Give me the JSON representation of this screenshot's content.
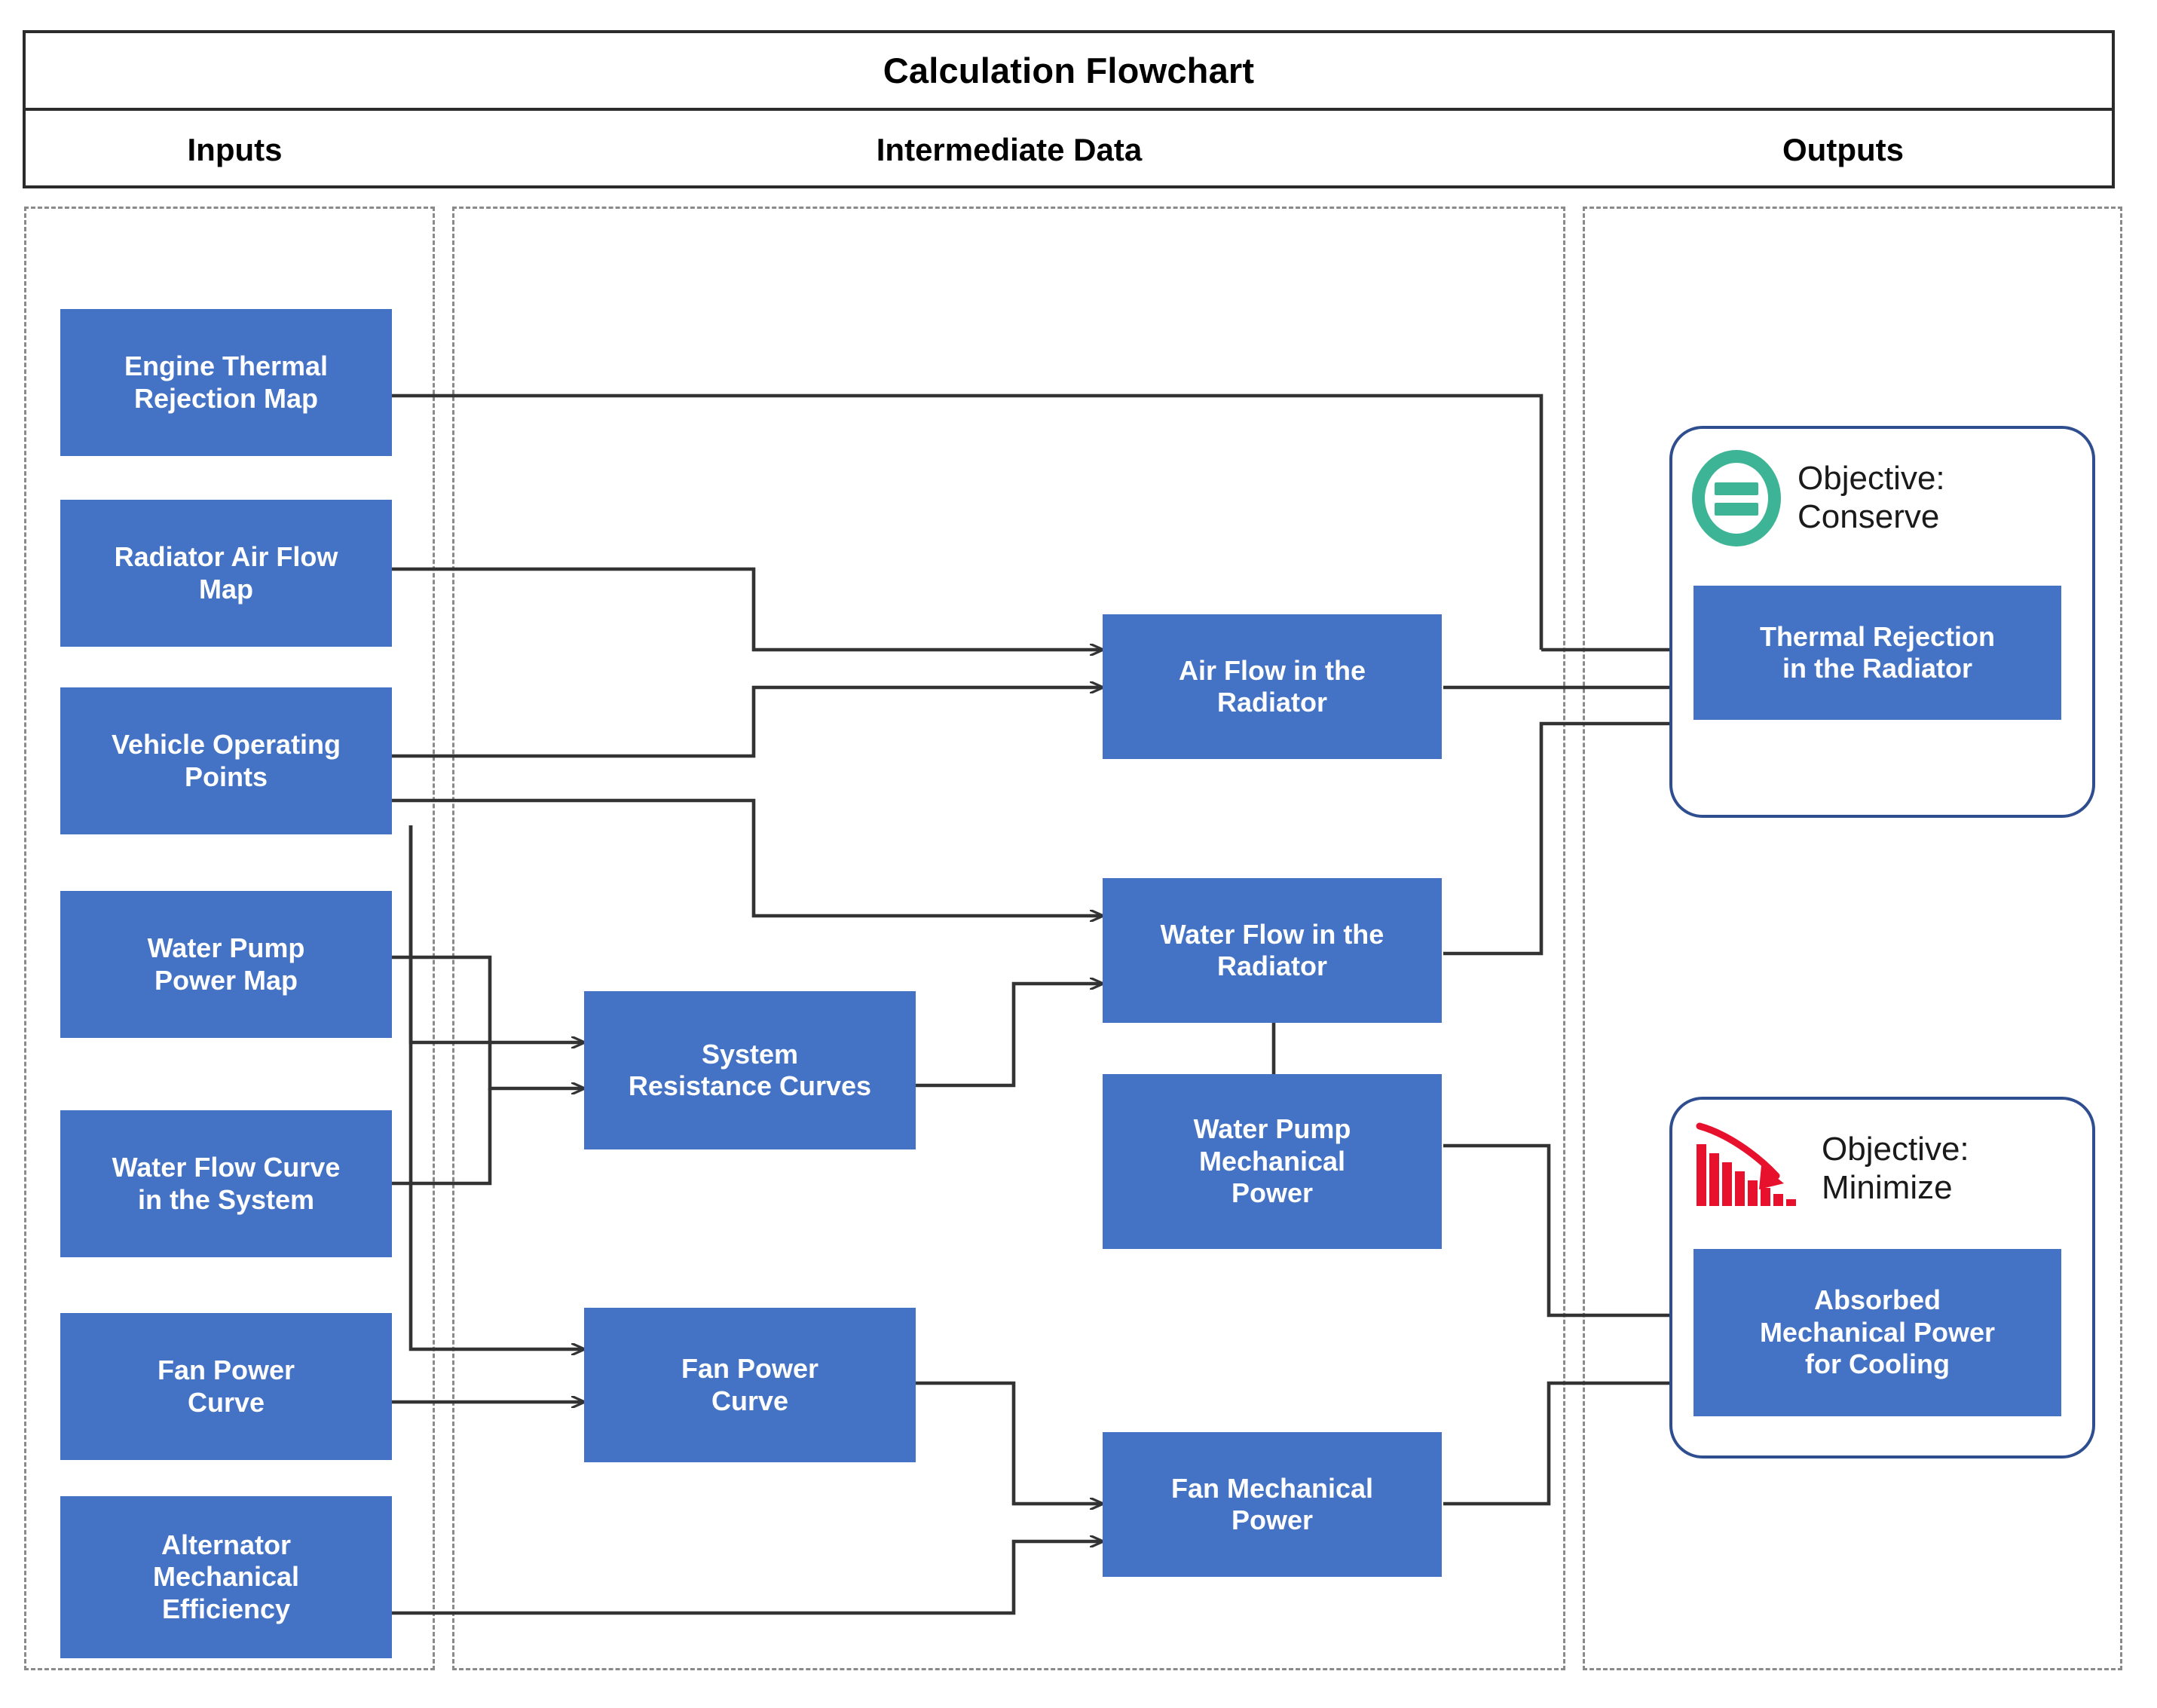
{
  "header": {
    "title": "Calculation Flowchart",
    "columns": [
      {
        "label": "Inputs"
      },
      {
        "label": "Intermediate Data"
      },
      {
        "label": "Outputs"
      }
    ]
  },
  "colors": {
    "box_fill": "#4472C4",
    "box_text": "#FFFFFF",
    "conserve_icon": "#3CB495",
    "minimize_icon": "#E8112D",
    "card_border": "#2F4E8F",
    "lane_border": "#8A8A8A",
    "connector": "#333333"
  },
  "inputs": {
    "items": [
      {
        "id": "engine-thermal-rejection-map",
        "label": "Engine Thermal\nRejection Map"
      },
      {
        "id": "radiator-air-flow-map",
        "label": "Radiator Air Flow\nMap"
      },
      {
        "id": "vehicle-operating-points",
        "label": "Vehicle Operating\nPoints"
      },
      {
        "id": "water-pump-power-map",
        "label": "Water Pump\nPower Map"
      },
      {
        "id": "water-flow-curve-in-the-system",
        "label": "Water Flow Curve\nin the System"
      },
      {
        "id": "fan-power-curve",
        "label": "Fan Power\nCurve"
      },
      {
        "id": "alternator-mechanical-efficiency",
        "label": "Alternator\nMechanical\nEfficiency"
      }
    ]
  },
  "intermediate": {
    "items": [
      {
        "id": "system-resistance-curves",
        "label": "System\nResistance Curves"
      },
      {
        "id": "fan-power-curve-intermediate",
        "label": "Fan Power\nCurve"
      },
      {
        "id": "air-flow-in-the-radiator",
        "label": "Air Flow in the\nRadiator"
      },
      {
        "id": "water-flow-in-the-radiator",
        "label": "Water Flow in the\nRadiator"
      },
      {
        "id": "water-pump-mechanical-power",
        "label": "Water Pump\nMechanical\nPower"
      },
      {
        "id": "fan-mechanical-power",
        "label": "Fan Mechanical\nPower"
      }
    ]
  },
  "outputs": {
    "cards": [
      {
        "id": "objective-conserve",
        "objective_label": "Objective:\nConserve",
        "icon": "equals-circle-icon",
        "box_label": "Thermal Rejection\nin the Radiator"
      },
      {
        "id": "objective-minimize",
        "objective_label": "Objective:\nMinimize",
        "icon": "declining-bar-chart-icon",
        "box_label": "Absorbed\nMechanical Power\nfor Cooling"
      }
    ]
  }
}
